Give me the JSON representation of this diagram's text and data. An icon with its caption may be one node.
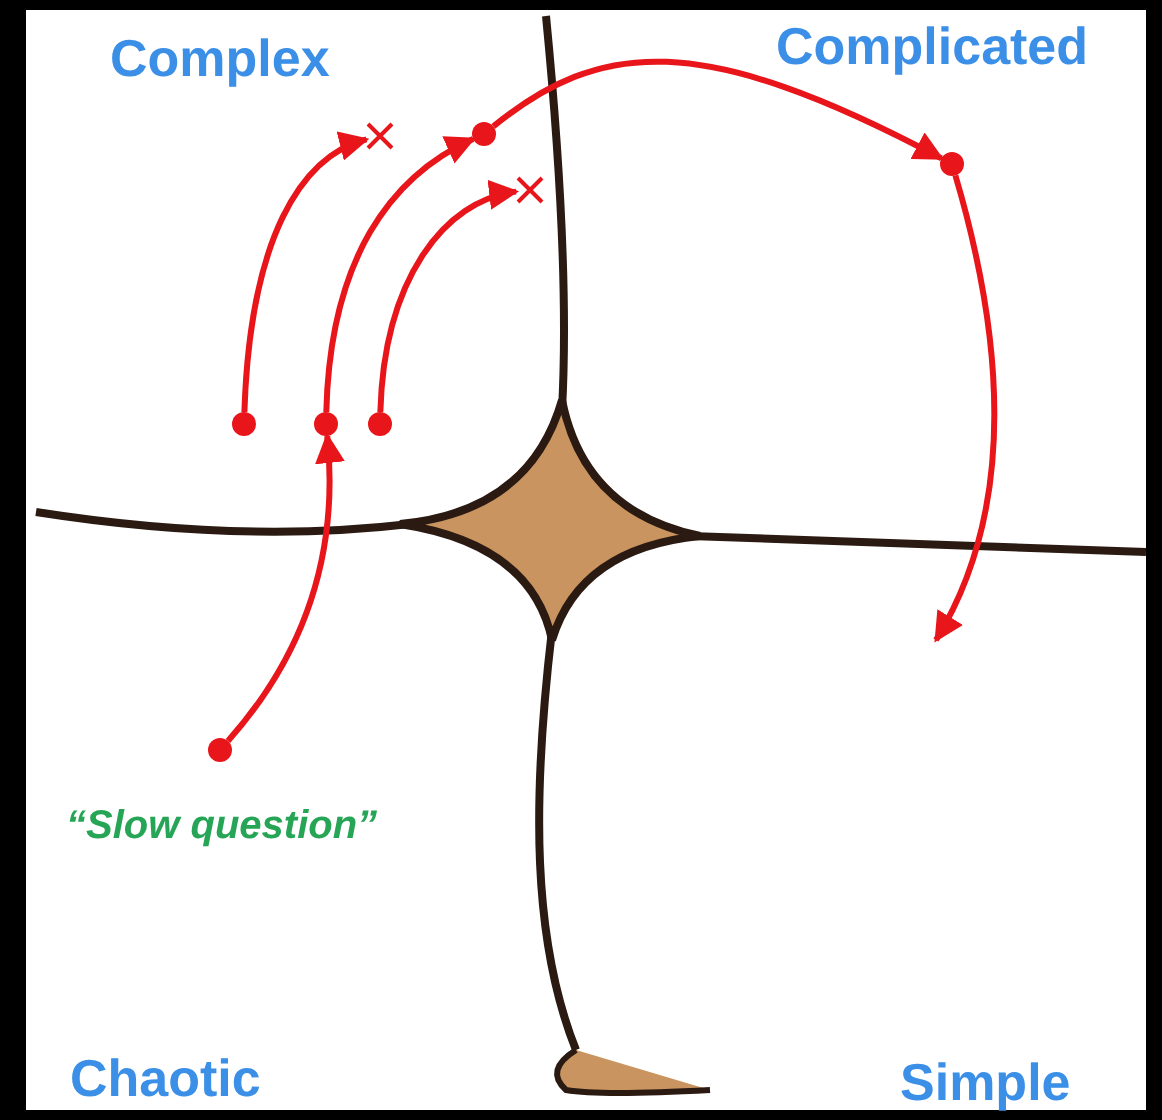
{
  "diagram": {
    "nodes": [
      {
        "text": [],
        "shape": "circle"
      },
      {
        "text": [],
        "shape": "circle"
      },
      {
        "text": [],
        "shape": "circle"
      },
      {
        "text": [],
        "shape": "circle"
      },
      {
        "text": [],
        "shape": "circle"
      },
      {
        "text": [],
        "shape": "circle"
      },
      {
        "text": [],
        "shape": "cross"
      },
      {
        "text": [],
        "shape": "cross"
      }
    ],
    "edges": [
      {
        "from": 0,
        "to": 1,
        "arrow": "to"
      },
      {
        "from": 1,
        "to": 2,
        "arrow": "to"
      },
      {
        "from": 2,
        "to": 3,
        "arrow": "to"
      },
      {
        "from": 3,
        "to": null,
        "arrow": "to"
      },
      {
        "from": 4,
        "to": 6,
        "arrow": "to"
      },
      {
        "from": 5,
        "to": 7,
        "arrow": "to"
      }
    ],
    "labels": [
      "Complex",
      "Complicated",
      "“Slow question”",
      "Chaotic",
      "Simple"
    ]
  }
}
